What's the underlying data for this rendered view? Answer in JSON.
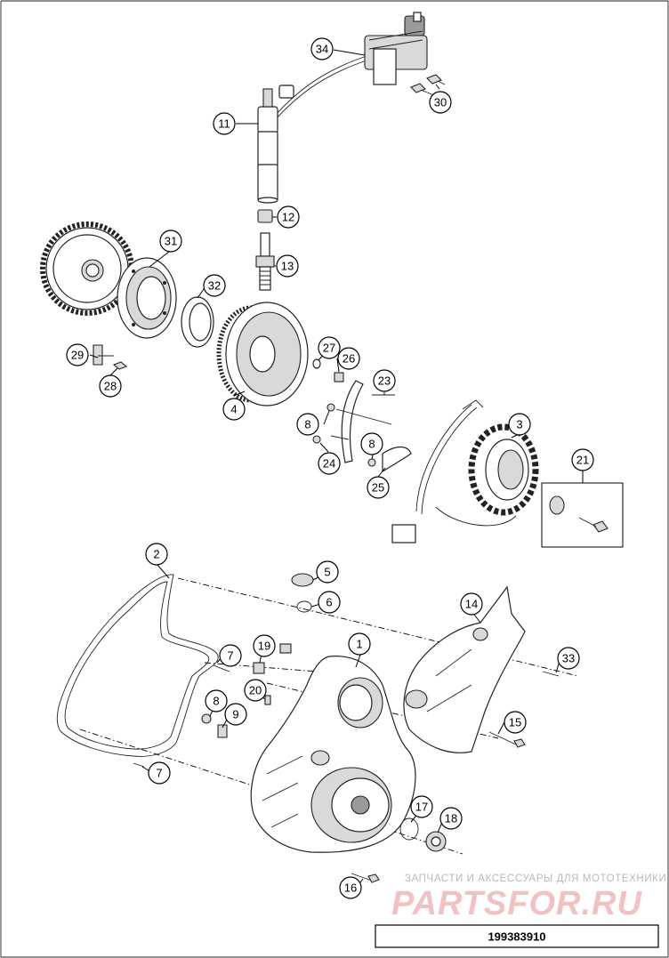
{
  "diagram": {
    "part_number": "199383910",
    "watermark_small": "ЗАПЧАСТИ И АКСЕССУАРЫ ДЛЯ МОТОТЕХНИКИ",
    "watermark_big": "PARTSFOR.RU"
  },
  "callouts": {
    "c1": "1",
    "c2": "2",
    "c3": "3",
    "c4": "4",
    "c5": "5",
    "c6": "6",
    "c7a": "7",
    "c7b": "7",
    "c8a": "8",
    "c8b": "8",
    "c8c": "8",
    "c9": "9",
    "c11": "11",
    "c12": "12",
    "c13": "13",
    "c14": "14",
    "c15": "15",
    "c16": "16",
    "c17": "17",
    "c18": "18",
    "c19": "19",
    "c20": "20",
    "c21": "21",
    "c23": "23",
    "c24": "24",
    "c25": "25",
    "c26": "26",
    "c27": "27",
    "c28": "28",
    "c29": "29",
    "c30": "30",
    "c31": "31",
    "c32": "32",
    "c33": "33",
    "c34": "34"
  }
}
